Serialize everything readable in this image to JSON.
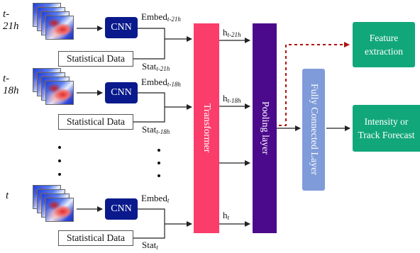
{
  "rows": [
    {
      "time_label": "t-21h",
      "cnn_label": "CNN",
      "stat_label": "Statistical Data",
      "embed_base": "Embed",
      "embed_sub": "t-21h",
      "stat_base": "Stat",
      "stat_sub": "t-21h",
      "h_base": "h",
      "h_sub": "t-21h"
    },
    {
      "time_label": "t-18h",
      "cnn_label": "CNN",
      "stat_label": "Statistical Data",
      "embed_base": "Embed",
      "embed_sub": "t-18h",
      "stat_base": "Stat",
      "stat_sub": "t-18h",
      "h_base": "h",
      "h_sub": "t-18h"
    },
    {
      "time_label": "t",
      "cnn_label": "CNN",
      "stat_label": "Statistical Data",
      "embed_base": "Embed",
      "embed_sub": "t",
      "stat_base": "Stat",
      "stat_sub": "t",
      "h_base": "h",
      "h_sub": "t"
    }
  ],
  "transformer": {
    "label": "Transformer",
    "color": "#fa3d6a"
  },
  "pooling": {
    "label": "Pooling layer",
    "color": "#4b0a8c"
  },
  "fc": {
    "label": "Fully Connected Layer",
    "color": "#7f9bd9"
  },
  "outputs": {
    "feature": {
      "line1": "Feature",
      "line2": "extraction",
      "color": "#12a77a"
    },
    "forecast": {
      "line1": "Intensity or",
      "line2": "Track Forecast",
      "color": "#12a77a"
    }
  },
  "colors": {
    "cnn": "#0a1a8c",
    "dashed_arrow": "#b01010",
    "line": "#222222"
  }
}
